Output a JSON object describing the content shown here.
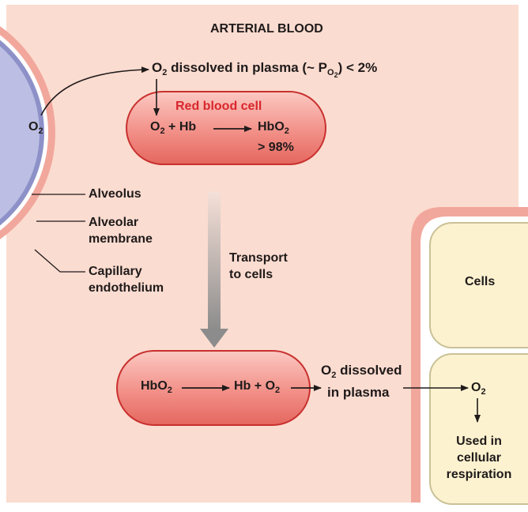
{
  "diagram": {
    "title": "ARTERIAL BLOOD",
    "alveolus_o2": {
      "main": "O",
      "sub": "2"
    },
    "dissolved_top": {
      "o": "O",
      "o_sub": "2",
      "text": "dissolved in plasma (~ P",
      "p_sub": "O",
      "p_sub2": "2",
      "tail": ") < 2%"
    },
    "red_cell": {
      "title": "Red blood cell",
      "left": "O",
      "left_sub": "2",
      "left_tail": " + Hb",
      "right": "HbO",
      "right_sub": "2",
      "percent": "> 98%"
    },
    "labels": {
      "alveolus": "Alveolus",
      "alveolar_membrane_1": "Alveolar",
      "alveolar_membrane_2": "membrane",
      "capillary_1": "Capillary",
      "capillary_2": "endothelium",
      "transport_1": "Transport",
      "transport_2": "to cells",
      "cells": "Cells"
    },
    "bottom_cell": {
      "left": "HbO",
      "left_sub": "2",
      "right": "Hb + O",
      "right_sub": "2"
    },
    "dissolved_bottom": {
      "o": "O",
      "o_sub": "2",
      "line1_tail": " dissolved",
      "line2": "in plasma"
    },
    "cell_o2": {
      "main": "O",
      "sub": "2"
    },
    "used": {
      "line1": "Used in",
      "line2": "cellular",
      "line3": "respiration"
    },
    "colors": {
      "plasma": "#fbdcd0",
      "capillary_wall": "#f2a79c",
      "alveolus_fill": "#bcbfe3",
      "alveolar_membrane": "#8d91c8",
      "rbc_fill": "#f08a82",
      "rbc_border": "#c8302e",
      "cell_fill": "#fdf2d0",
      "cell_border": "#c9c196",
      "arrow": "#1f1a1a",
      "transport_arrow": "#9a9a9a"
    }
  }
}
